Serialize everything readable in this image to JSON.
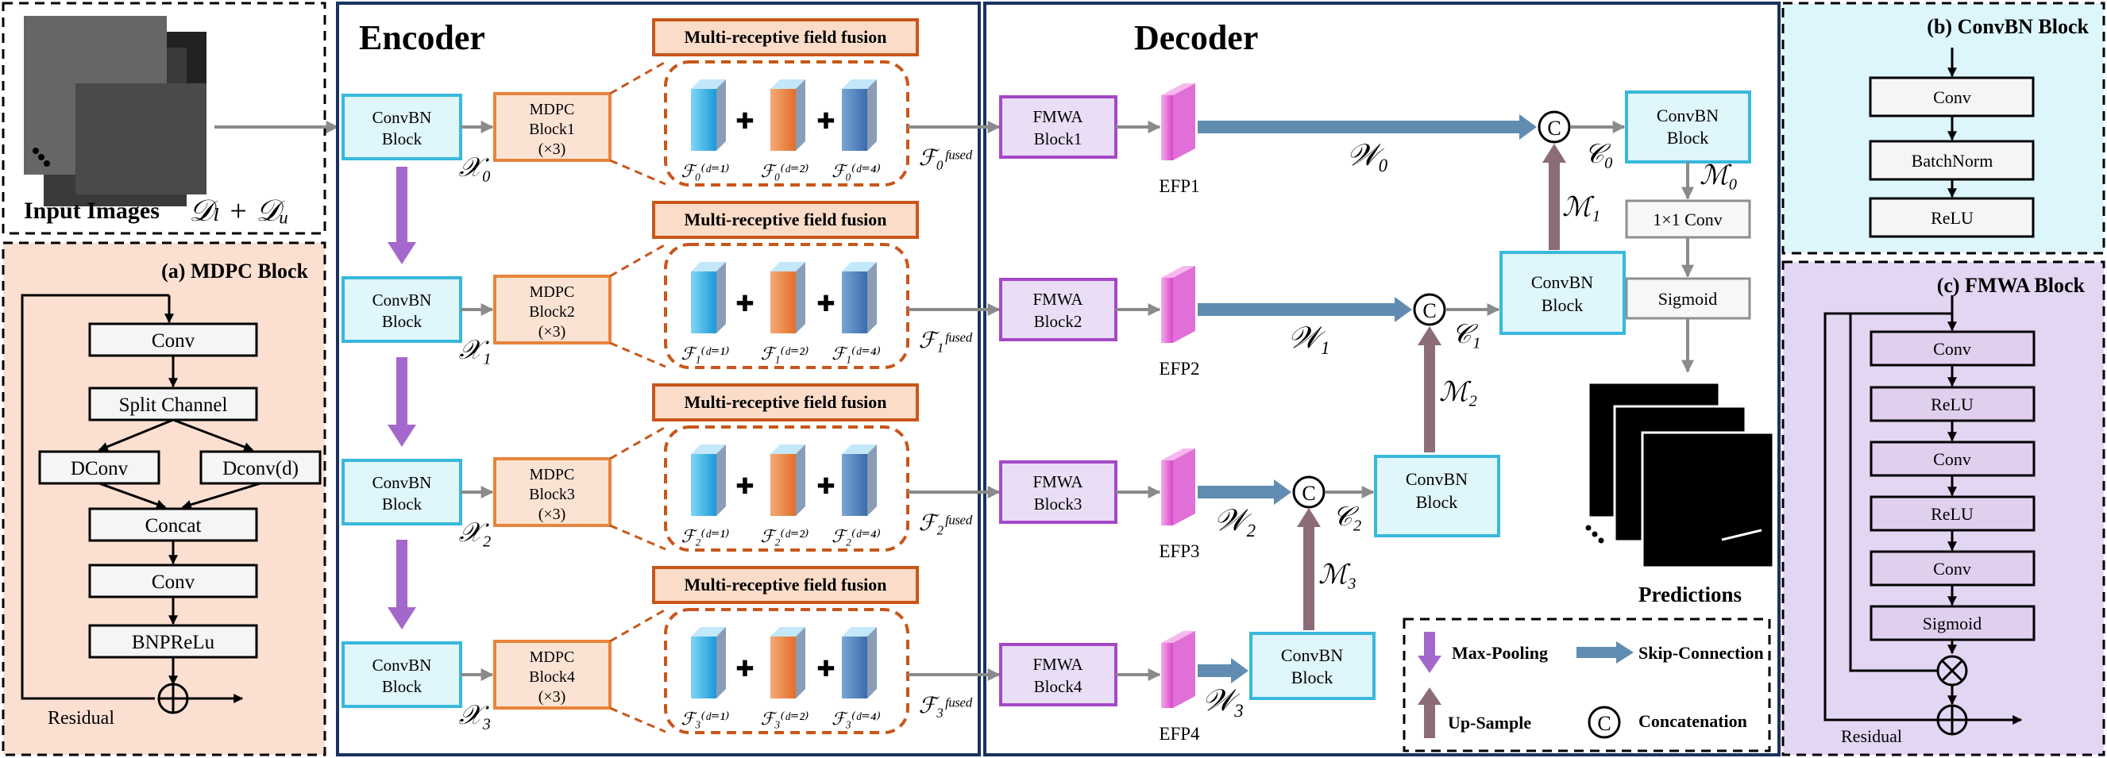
{
  "input": {
    "label": "Input Images",
    "formula": "𝒟ₗ + 𝒟ᵤ"
  },
  "encoder": {
    "title": "Encoder",
    "convbn": [
      {
        "l1": "ConvBN",
        "l2": "Block"
      },
      {
        "l1": "ConvBN",
        "l2": "Block"
      },
      {
        "l1": "ConvBN",
        "l2": "Block"
      },
      {
        "l1": "ConvBN",
        "l2": "Block"
      }
    ],
    "x_labels": [
      "𝒳₀",
      "𝒳₁",
      "𝒳₂",
      "𝒳₃"
    ],
    "mdpc": [
      {
        "l1": "MDPC",
        "l2": "Block1",
        "l3": "(×3)"
      },
      {
        "l1": "MDPC",
        "l2": "Block2",
        "l3": "(×3)"
      },
      {
        "l1": "MDPC",
        "l2": "Block3",
        "l3": "(×3)"
      },
      {
        "l1": "MDPC",
        "l2": "Block4",
        "l3": "(×3)"
      }
    ],
    "fusion_title": "Multi-receptive field fusion",
    "plus": "✚",
    "features": [
      [
        "ℱ₀⁽ᵈ⁼¹⁾",
        "ℱ₀⁽ᵈ⁼²⁾",
        "ℱ₀⁽ᵈ⁼⁴⁾"
      ],
      [
        "ℱ₁⁽ᵈ⁼¹⁾",
        "ℱ₁⁽ᵈ⁼²⁾",
        "ℱ₁⁽ᵈ⁼⁴⁾"
      ],
      [
        "ℱ₂⁽ᵈ⁼¹⁾",
        "ℱ₂⁽ᵈ⁼²⁾",
        "ℱ₂⁽ᵈ⁼⁴⁾"
      ],
      [
        "ℱ₃⁽ᵈ⁼¹⁾",
        "ℱ₃⁽ᵈ⁼²⁾",
        "ℱ₃⁽ᵈ⁼⁴⁾"
      ]
    ],
    "fused": [
      "ℱ₀ᶠᵘˢᵉᵈ",
      "ℱ₁ᶠᵘˢᵉᵈ",
      "ℱ₂ᶠᵘˢᵉᵈ",
      "ℱ₃ᶠᵘˢᵉᵈ"
    ]
  },
  "decoder": {
    "title": "Decoder",
    "fmwa": [
      {
        "l1": "FMWA",
        "l2": "Block1"
      },
      {
        "l1": "FMWA",
        "l2": "Block2"
      },
      {
        "l1": "FMWA",
        "l2": "Block3"
      },
      {
        "l1": "FMWA",
        "l2": "Block4"
      }
    ],
    "efp": [
      "EFP1",
      "EFP2",
      "EFP3",
      "EFP4"
    ],
    "w_labels": [
      "𝒲₀",
      "𝒲₁",
      "𝒲₂",
      "𝒲₃"
    ],
    "c_labels": [
      "𝒞₀",
      "𝒞₁",
      "𝒞₂"
    ],
    "m_labels": [
      "ℳ₀",
      "ℳ₁",
      "ℳ₂",
      "ℳ₃"
    ],
    "concat_symbol": "C",
    "convbn": {
      "l1": "ConvBN",
      "l2": "Block"
    },
    "conv1x1": "1×1 Conv",
    "sigmoid": "Sigmoid",
    "predictions": "Predictions"
  },
  "legend": {
    "max_pooling": "Max-Pooling",
    "skip": "Skip-Connection",
    "up_sample": "Up-Sample",
    "concat": "Concatenation"
  },
  "mdpc_block": {
    "title": "(a) MDPC Block",
    "conv": "Conv",
    "split": "Split Channel",
    "dconv": "DConv",
    "dconv_d": "Dconv(d)",
    "concat": "Concat",
    "conv2": "Conv",
    "bnprelu": "BNPReLu",
    "residual": "Residual"
  },
  "convbn_block": {
    "title": "(b) ConvBN Block",
    "conv": "Conv",
    "batchnorm": "BatchNorm",
    "relu": "ReLU"
  },
  "fmwa_block": {
    "title": "(c) FMWA Block",
    "layers": [
      "Conv",
      "ReLU",
      "Conv",
      "ReLU",
      "Conv",
      "Sigmoid"
    ],
    "residual": "Residual"
  },
  "colors": {
    "convbn_fill": "#dff6fb",
    "convbn_stroke": "#38b8dc",
    "mdpc_fill": "#fbe3d3",
    "fmwa_fill": "#e9def5",
    "efp": "#e860d8",
    "skip_arrow": "#5f8cb0",
    "upsample_arrow": "#8c6c78",
    "maxpool_arrow": "#a468cc"
  }
}
